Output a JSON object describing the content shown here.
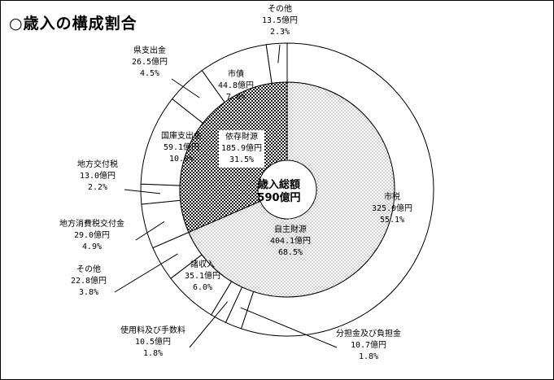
{
  "title": "○歳入の構成割合",
  "colors": {
    "line": "#000000",
    "dotted": "#d6d6d6",
    "dot": "#555555",
    "hatch": "#1a1a1a",
    "background": "#ffffff"
  },
  "chart_data": {
    "type": "pie",
    "subtype": "two-level donut",
    "title": "○歳入の構成割合",
    "unit": "億円",
    "center_label": [
      "歳入総額",
      "590億円"
    ],
    "total": 590,
    "inner_ring": [
      {
        "name": "自主財源",
        "value": 404.1,
        "percent": 68.5,
        "fill": "dotted",
        "label": [
          "自主財源",
          "404.1億円",
          "68.5%"
        ]
      },
      {
        "name": "依存財源",
        "value": 185.9,
        "percent": 31.5,
        "fill": "hatched",
        "label": [
          "依存財源",
          "185.9億円",
          "31.5%"
        ]
      }
    ],
    "outer_ring": [
      {
        "name": "市税",
        "value": 325.0,
        "percent": 55.1,
        "group": "自主財源",
        "label": [
          "市税",
          "325.0億円",
          "55.1%"
        ]
      },
      {
        "name": "分担金及び負担金",
        "value": 10.7,
        "percent": 1.8,
        "group": "自主財源",
        "label": [
          "分担金及び負担金",
          "10.7億円",
          "1.8%"
        ]
      },
      {
        "name": "使用料及び手数料",
        "value": 10.5,
        "percent": 1.8,
        "group": "自主財源",
        "label": [
          "使用料及び手数料",
          "10.5億円",
          "1.8%"
        ]
      },
      {
        "name": "諸収入",
        "value": 35.1,
        "percent": 6.0,
        "group": "自主財源",
        "label": [
          "諸収入",
          "35.1億円",
          "6.0%"
        ]
      },
      {
        "name": "その他",
        "value": 22.8,
        "percent": 3.8,
        "group": "自主財源",
        "label": [
          "その他",
          "22.8億円",
          "3.8%"
        ]
      },
      {
        "name": "地方消費税交付金",
        "value": 29.0,
        "percent": 4.9,
        "group": "依存財源",
        "label": [
          "地方消費税交付金",
          "29.0億円",
          "4.9%"
        ]
      },
      {
        "name": "地方交付税",
        "value": 13.0,
        "percent": 2.2,
        "group": "依存財源",
        "label": [
          "地方交付税",
          "13.0億円",
          "2.2%"
        ]
      },
      {
        "name": "国庫支出金",
        "value": 59.1,
        "percent": 10.0,
        "group": "依存財源",
        "label": [
          "国庫支出金",
          "59.1億円",
          "10.0%"
        ]
      },
      {
        "name": "県支出金",
        "value": 26.5,
        "percent": 4.5,
        "group": "依存財源",
        "label": [
          "県支出金",
          "26.5億円",
          "4.5%"
        ]
      },
      {
        "name": "市債",
        "value": 44.8,
        "percent": 7.6,
        "group": "依存財源",
        "label": [
          "市債",
          "44.8億円",
          "7.6%"
        ]
      },
      {
        "name": "その他",
        "value": 13.5,
        "percent": 2.3,
        "group": "依存財源",
        "label": [
          "その他",
          "13.5億円",
          "2.3%"
        ]
      }
    ]
  }
}
